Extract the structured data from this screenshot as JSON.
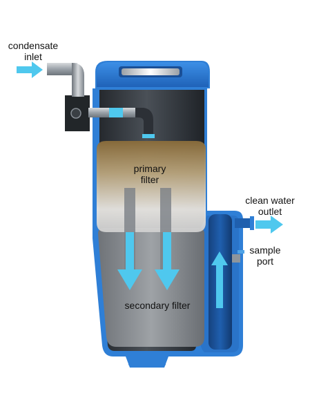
{
  "labels": {
    "inlet": [
      "condensate",
      "inlet"
    ],
    "outlet": [
      "clean water",
      "outlet"
    ],
    "sample": [
      "sample",
      "port"
    ],
    "primary": [
      "primary",
      "filter"
    ],
    "secondary": "secondary filter"
  },
  "colors": {
    "housing_blue": "#2f7fd6",
    "housing_dark_blue": "#1b5fb0",
    "flow_arrow": "#4fc8ee",
    "steel": "#a9b0b8"
  }
}
